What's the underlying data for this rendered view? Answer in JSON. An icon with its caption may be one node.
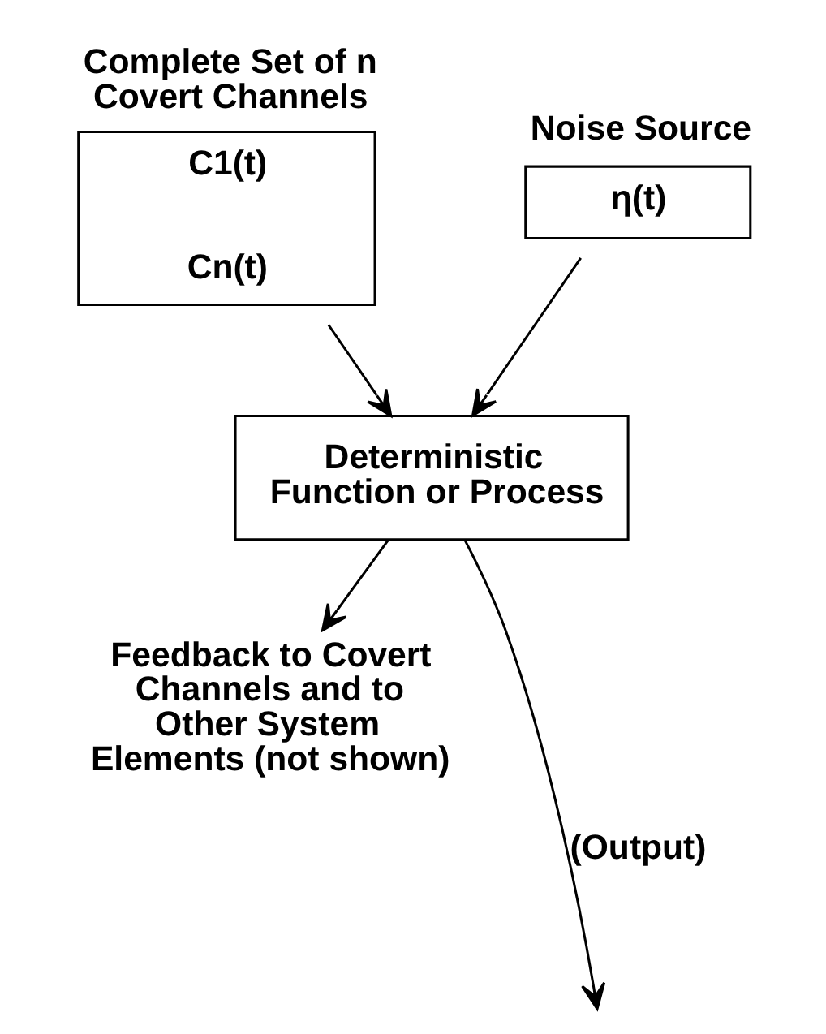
{
  "diagram": {
    "nodes": [
      {
        "text": [
          "Complete Set of n Covert Channels",
          "C1(t)",
          "Cn(t)"
        ]
      },
      {
        "text": [
          "Noise Source",
          "η(t)"
        ]
      },
      {
        "text": [
          "Deterministic Function or Process"
        ]
      },
      {
        "text": [
          "Feedback to Covert Channels and to Other System Elements (not shown)"
        ]
      }
    ],
    "edges": [
      {
        "from": 0,
        "to": 2,
        "arrow": "to"
      },
      {
        "from": 1,
        "to": 2,
        "arrow": "to"
      },
      {
        "from": 2,
        "to": null,
        "arrow": "to",
        "label": "(Output)"
      },
      {
        "from": 2,
        "to": 3,
        "arrow": "to"
      }
    ]
  }
}
